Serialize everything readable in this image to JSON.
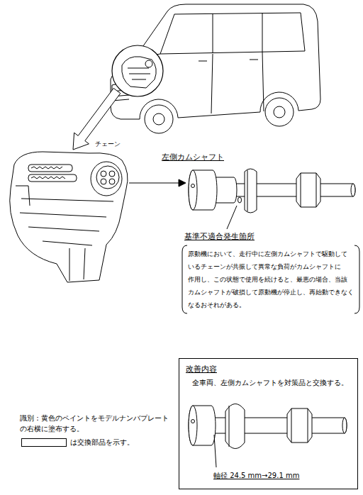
{
  "diagram": {
    "nodes": [
      {
        "text": [
          "基準不適合発生箇所",
          "原動機において、走行中に左側カムシャフトで駆動して いるチェーンが共振して異常な負荷がカムシャフトに 作用し、この状態で使用を続けると、最悪の場合、当該 カムシャフトが破損して原動機が停止し、再始動できなく なるおそれがある。"
        ]
      },
      {
        "text": [
          "改善内容",
          "全車両、左側カムシャフトを対策品と交換する。",
          "軸径 24.5 mm→29.1 mm"
        ]
      }
    ],
    "labels": [
      "チェーン",
      "左側カムシャフト",
      "識別：黄色のペイントをモデルナンバプレート の右横に塗布する。"
    ],
    "legend": [
      {
        "text": "は交換部品を示す。"
      }
    ]
  }
}
